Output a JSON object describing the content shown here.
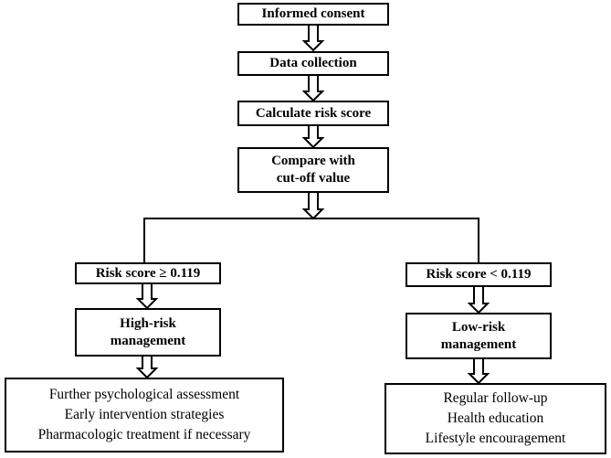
{
  "flowchart": {
    "informed_consent": "Informed consent",
    "data_collection": "Data collection",
    "calculate_risk": "Calculate risk score",
    "compare": {
      "line1": "Compare with",
      "line2": "cut-off value"
    },
    "high_branch": {
      "condition": "Risk score ≥ 0.119",
      "management": {
        "line1": "High-risk",
        "line2": "management"
      },
      "actions": [
        "Further psychological assessment",
        "Early intervention strategies",
        "Pharmacologic treatment if necessary"
      ]
    },
    "low_branch": {
      "condition": "Risk score < 0.119",
      "management": {
        "line1": "Low-risk",
        "line2": "management"
      },
      "actions": [
        "Regular follow-up",
        "Health education",
        "Lifestyle encouragement"
      ]
    }
  },
  "colors": {
    "stroke": "#000000",
    "fill": "#ffffff"
  }
}
